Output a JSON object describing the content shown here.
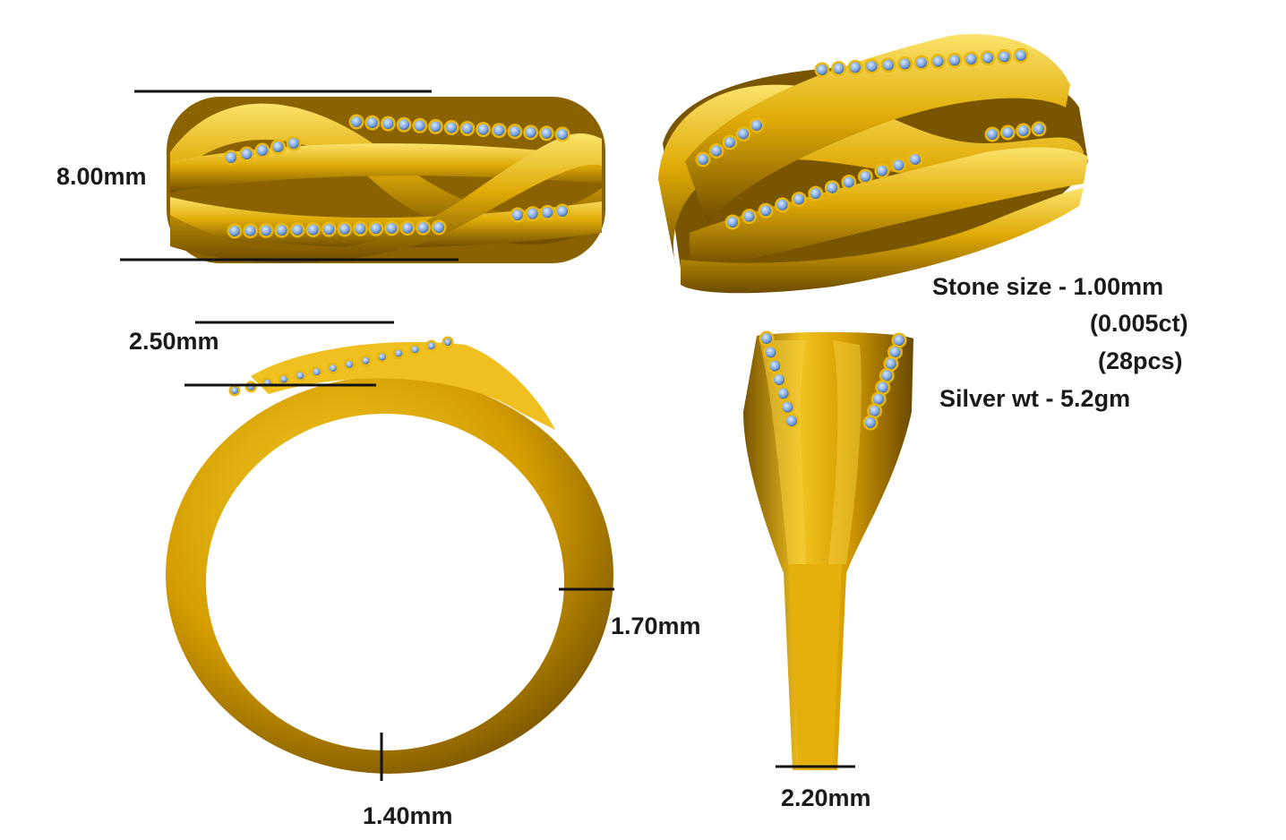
{
  "dimensions": {
    "width_label": "8.00mm",
    "top_label": "2.50mm",
    "side_label": "1.70mm",
    "bottom_label": "1.40mm",
    "shank_label": "2.20mm"
  },
  "specs": {
    "stone_size": "Stone size - 1.00mm",
    "carat": "(0.005ct)",
    "pieces": "(28pcs)",
    "silver_weight": "Silver wt - 5.2gm"
  },
  "colors": {
    "gold": "#d9a300",
    "gold_light": "#f5d040",
    "gold_dark": "#7a5500",
    "stone": "#7fa8e0",
    "dimension_line": "#111111"
  }
}
